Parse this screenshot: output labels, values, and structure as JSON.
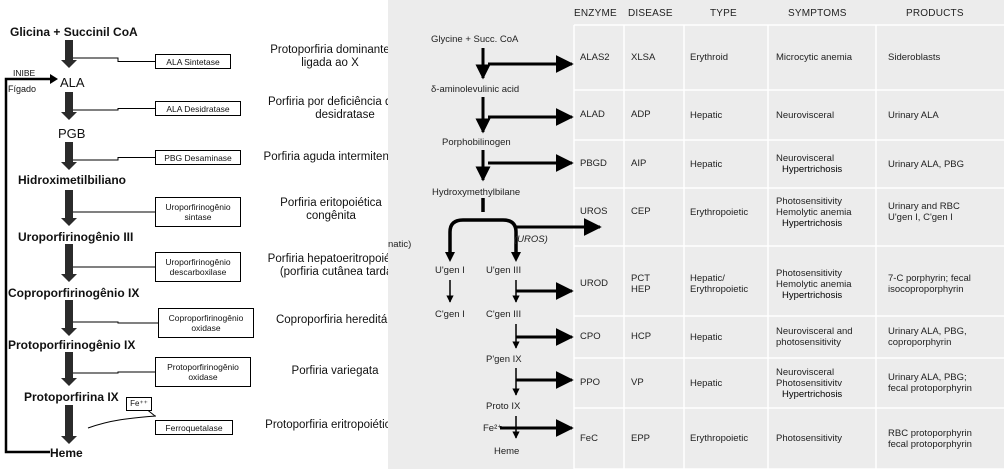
{
  "left": {
    "metabolites": [
      "Glicina + Succinil CoA",
      "ALA",
      "PGB",
      "Hidroximetilbiliano",
      "Uroporfirinogênio III",
      "Coproporfirinogênio IX",
      "Protoporfirinogênio IX",
      "Protoporfirina IX",
      "Heme"
    ],
    "inhibition_label": "INIBE",
    "organ_label": "Fígado",
    "iron_label": "Fe⁺⁺",
    "enzymes": [
      [
        "ALA Sintetase"
      ],
      [
        "ALA Desidratase"
      ],
      [
        "PBG Desaminase"
      ],
      [
        "Uroporfirinogênio",
        "sintase"
      ],
      [
        "Uroporfirinogênio",
        "descarboxilase"
      ],
      [
        "Coproporfirinogênio",
        "oxidase"
      ],
      [
        "Protoporfirinogênio",
        "oxidase"
      ],
      [
        "Ferroquetalase"
      ]
    ],
    "diseases": [
      [
        "Protoporfiria dominante",
        "ligada ao X"
      ],
      [
        "Porfiria por deficiência de ALA",
        "desidratase"
      ],
      [
        "Porfiria aguda intermitente"
      ],
      [
        "Porfiria eritopoiética",
        "congênita"
      ],
      [
        "Porfiria hepatoeritropoiética",
        "(porfiria cutânea tarda)"
      ],
      [
        "Coproporfiria hereditária"
      ],
      [
        "Porfiria variegata"
      ],
      [
        "Protoporfiria eritropoiética"
      ]
    ]
  },
  "right": {
    "headers": [
      "ENZYME",
      "DISEASE",
      "TYPE",
      "SYMPTOMS",
      "PRODUCTS"
    ],
    "metabolites": {
      "start": "Glycine + Succ. CoA",
      "ala": "δ-aminolevulinic acid",
      "pbg": "Porphobilinogen",
      "hmb": "Hydroxymethylbilane",
      "ugen1": "U'gen I",
      "ugen3": "U'gen III",
      "cgen1": "C'gen I",
      "cgen3": "C'gen III",
      "pgen": "P'gen IX",
      "proto": "Proto IX",
      "fe": "Fe²⁺",
      "heme": "Heme",
      "cut_label": "natic)",
      "uros_label": "(UROS)"
    },
    "rows": [
      {
        "enzyme": "ALAS2",
        "disease": "XLSA",
        "type": [
          "Erythroid"
        ],
        "symptoms": [
          "Microcytic anemia"
        ],
        "symptoms_extra": [],
        "products": [
          "Sideroblasts"
        ]
      },
      {
        "enzyme": "ALAD",
        "disease": "ADP",
        "type": [
          "Hepatic"
        ],
        "symptoms": [
          "Neurovisceral"
        ],
        "symptoms_extra": [],
        "products": [
          "Urinary ALA"
        ]
      },
      {
        "enzyme": "PBGD",
        "disease": "AIP",
        "type": [
          "Hepatic"
        ],
        "symptoms": [
          "Neurovisceral"
        ],
        "symptoms_extra": [
          "Hypertrichosis"
        ],
        "products": [
          "Urinary ALA, PBG"
        ]
      },
      {
        "enzyme": "UROS",
        "disease": "CEP",
        "type": [
          "Erythropoietic"
        ],
        "symptoms": [
          "Photosensitivity",
          "Hemolytic anemia"
        ],
        "symptoms_extra": [
          "Hypertrichosis"
        ],
        "products": [
          "Urinary and RBC",
          "U'gen I, C'gen I"
        ]
      },
      {
        "enzyme": "UROD",
        "disease": "PCT\nHEP",
        "type": [
          "Hepatic/",
          "Erythropoietic"
        ],
        "symptoms": [
          "Photosensitivity",
          "Hemolytic anemia"
        ],
        "symptoms_extra": [
          "Hypertrichosis"
        ],
        "products": [
          "7-C porphyrin; fecal",
          "isocoproporphyrin"
        ]
      },
      {
        "enzyme": "CPO",
        "disease": "HCP",
        "type": [
          "Hepatic"
        ],
        "symptoms": [
          "Neurovisceral and",
          "photosensitivity"
        ],
        "symptoms_extra": [],
        "products": [
          "Urinary ALA, PBG,",
          "coproporphyrin"
        ]
      },
      {
        "enzyme": "PPO",
        "disease": "VP",
        "type": [
          "Hepatic"
        ],
        "symptoms": [
          "Neurovisceral",
          "Photosensitivitv"
        ],
        "symptoms_extra": [
          "Hypertrichosis"
        ],
        "products": [
          "Urinary ALA, PBG;",
          "fecal protoporphyrin"
        ]
      },
      {
        "enzyme": "FeC",
        "disease": "EPP",
        "type": [
          "Erythropoietic"
        ],
        "symptoms": [
          "Photosensitivity"
        ],
        "symptoms_extra": [],
        "products": [
          "RBC protoporphyrin",
          "fecal protoporphyrin"
        ]
      }
    ]
  }
}
